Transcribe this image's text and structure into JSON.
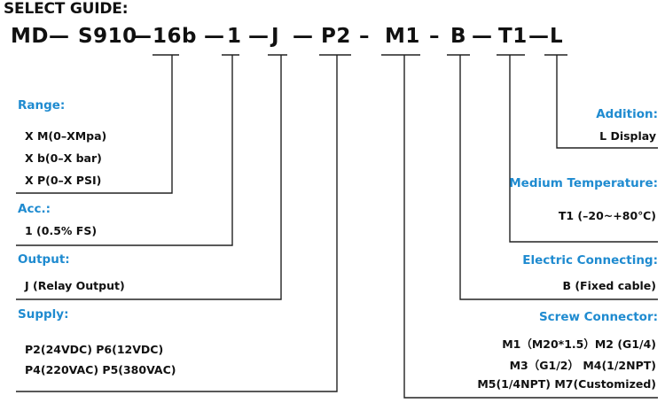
{
  "title": "SELECT GUIDE:",
  "model_code": {
    "segments": [
      "MD—",
      "S910",
      "—",
      "16b",
      "—",
      "1",
      "—",
      "J",
      "—",
      "P2",
      "–",
      "M1",
      "–",
      "B",
      "—",
      "T1",
      "—",
      "L"
    ]
  },
  "left_groups": {
    "range": {
      "heading": "Range:",
      "items": [
        "X  M(0–XMpa)",
        "X  b(0–X bar)",
        "X  P(0–X PSI)"
      ]
    },
    "acc": {
      "heading": "Acc.:",
      "items": [
        "1 (0.5% FS)"
      ]
    },
    "output": {
      "heading": "Output:",
      "items": [
        "J  (Relay Output)"
      ]
    },
    "supply": {
      "heading": "Supply:",
      "items": [
        "P2(24VDC)  P6(12VDC)",
        "P4(220VAC) P5(380VAC)"
      ]
    }
  },
  "right_groups": {
    "addition": {
      "heading": "Addition:",
      "items": [
        "L Display"
      ]
    },
    "medium_temperature": {
      "heading": "Medium Temperature:",
      "items": [
        "T1  (–20~+80℃)"
      ]
    },
    "electric_connecting": {
      "heading": "Electric Connecting:",
      "items": [
        "B (Fixed cable)"
      ]
    },
    "screw_connector": {
      "heading": "Screw Connector:",
      "items": [
        "M1（M20*1.5）M2 (G1/4)",
        "M3（G1/2）  M4(1/2NPT)",
        "M5(1/4NPT) M7(Customized)"
      ]
    }
  },
  "colors": {
    "heading": "#1f8bd0",
    "text": "#111111",
    "lines": "#222222"
  }
}
